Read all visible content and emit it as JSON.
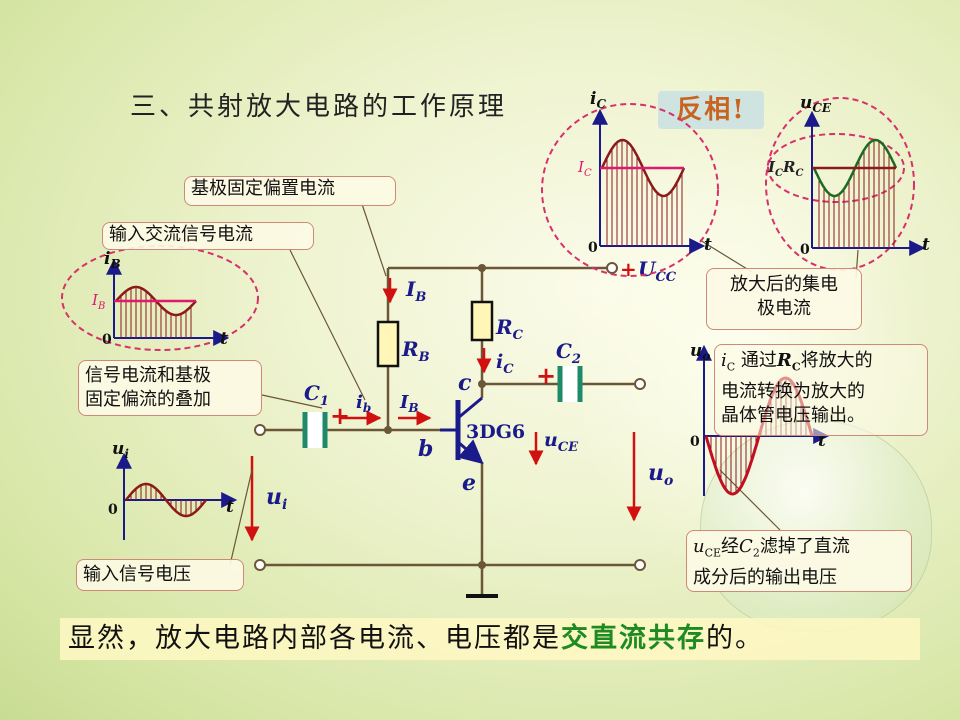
{
  "title": "三、共射放大电路的工作原理",
  "badge": "反相!",
  "callouts": {
    "base_bias": "基极固定偏置电流",
    "input_signal_current": "输入交流信号电流",
    "superposition_line1": "信号电流和基极",
    "superposition_line2": "固定偏流的叠加",
    "input_voltage": "输入信号电压",
    "collector_current_line1": "放大后的集电",
    "collector_current_line2": "极电流",
    "conversion_line1_prefix": "i",
    "conversion_line1_sub": "C",
    "conversion_line1_mid": " 通过",
    "conversion_line1_r": "R",
    "conversion_line1_rsub": "C",
    "conversion_line1_suffix": "将放大的",
    "conversion_line2": "电流转换为放大的",
    "conversion_line3": "晶体管电压输出。",
    "output_line1_u": "u",
    "output_line1_sub": "CE",
    "output_line1_mid": "经",
    "output_line1_c": "C",
    "output_line1_csub": "2",
    "output_line1_suffix": "滤掉了直流",
    "output_line2": "成分后的输出电压"
  },
  "conclusion": {
    "prefix": "显然，放大电路内部各电流、电压都是",
    "highlight": "交直流共存",
    "suffix": "的。"
  },
  "circuit_labels": {
    "IB": "I",
    "IB_sub": "B",
    "RB": "R",
    "RB_sub": "B",
    "RC": "R",
    "RC_sub": "C",
    "iC": "i",
    "iC_sub": "C",
    "C1": "C",
    "C1_sub": "1",
    "C2": "C",
    "C2_sub": "2",
    "ib": "i",
    "ib_sub": "b",
    "IB2": "I",
    "IB2_sub": "B",
    "c": "c",
    "b": "b",
    "e": "e",
    "transistor": "3DG6",
    "uCE": "u",
    "uCE_sub": "CE",
    "uo": "u",
    "uo_sub": "o",
    "ui": "u",
    "ui_sub": "i",
    "plus": "+",
    "ucc_plus": "+",
    "UCC": "U",
    "UCC_sub": "CC"
  },
  "graphs": {
    "ib": {
      "ylabel": "i",
      "ylabel_sub": "B",
      "level": "I",
      "level_sub": "B",
      "origin": "0",
      "xlabel": "t"
    },
    "ui": {
      "ylabel": "u",
      "ylabel_sub": "i",
      "origin": "0",
      "xlabel": "t"
    },
    "ic": {
      "ylabel": "i",
      "ylabel_sub": "C",
      "level": "I",
      "level_sub": "C",
      "origin": "0",
      "xlabel": "t"
    },
    "uce": {
      "ylabel": "u",
      "ylabel_sub": "CE",
      "level": "I",
      "level_sub": "C",
      "level_r": "R",
      "level_rsub": "C",
      "origin": "0",
      "xlabel": "t"
    },
    "uo": {
      "ylabel": "u",
      "ylabel_sub": "o",
      "origin": "0",
      "xlabel": "t"
    }
  },
  "colors": {
    "wire": "#6b5638",
    "waveform": "#8b1a1a",
    "dc_level": "#e0186e",
    "ellipse": "#d8306a",
    "signal_arrow": "#d11010",
    "callout_border": "#d08878",
    "highlight": "#1e8a22",
    "label_blue": "#1a1a8a"
  }
}
